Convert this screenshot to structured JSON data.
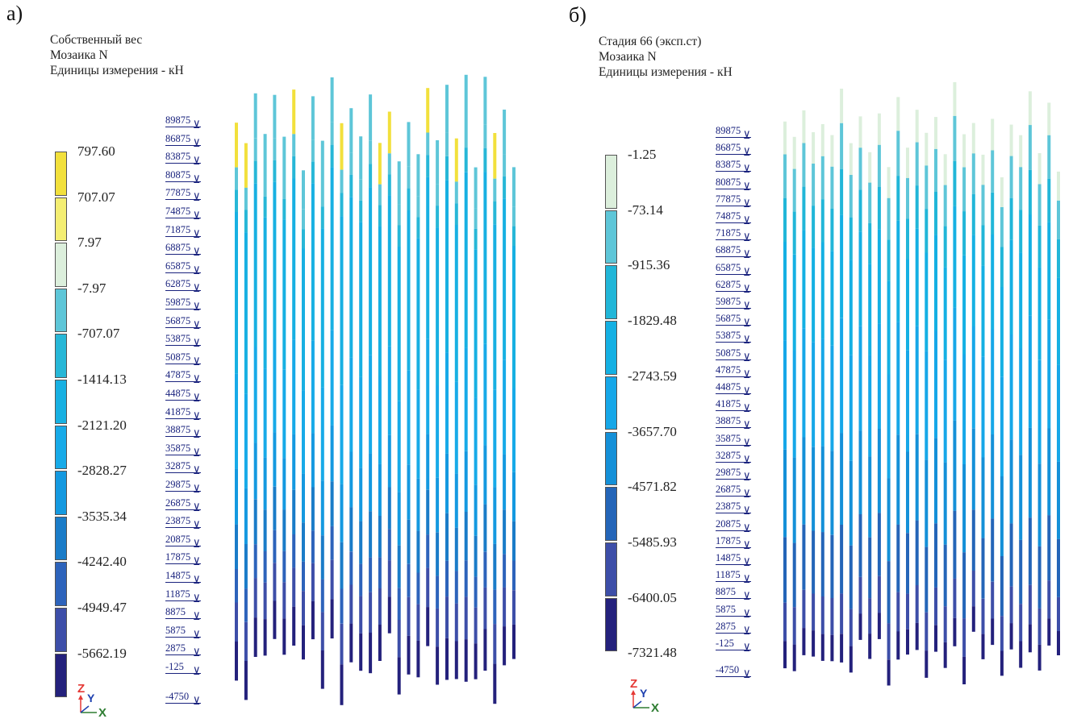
{
  "panels": [
    {
      "letter": "а)",
      "caption": [
        "Собственный вес",
        "Мозаика N",
        "Единицы измерения - кН"
      ],
      "legend_values": [
        "797.60",
        "707.07",
        "7.97",
        "-7.97",
        "-707.07",
        "-1414.13",
        "-2121.20",
        "-2828.27",
        "-3535.34",
        "-4242.40",
        "-4949.47",
        "-5662.19"
      ],
      "legend_colors": [
        "#f2e03c",
        "#f4ee72",
        "#dcefdc",
        "#5ec6d8",
        "#27b7d7",
        "#17b0e2",
        "#17aae8",
        "#1499e0",
        "#1a7cc8",
        "#2d63bb",
        "#3d4ea8",
        "#24217c"
      ],
      "levels": [
        "89875",
        "86875",
        "83875",
        "80875",
        "77875",
        "74875",
        "71875",
        "68875",
        "65875",
        "62875",
        "59875",
        "56875",
        "53875",
        "50875",
        "47875",
        "44875",
        "41875",
        "38875",
        "35875",
        "32875",
        "29875",
        "26875",
        "23875",
        "20875",
        "17875",
        "14875",
        "11875",
        "8875",
        "5875",
        "2875",
        "-125",
        "-4750"
      ],
      "axes": {
        "z": "Z",
        "y": "Y",
        "x": "X"
      }
    },
    {
      "letter": "б)",
      "caption": [
        "Стадия 66 (эксп.ст)",
        "Мозаика N",
        "Единицы измерения - кН"
      ],
      "legend_values": [
        "-1.25",
        "-73.14",
        "-915.36",
        "-1829.48",
        "-2743.59",
        "-3657.70",
        "-4571.82",
        "-5485.93",
        "-6400.05",
        "-7321.48"
      ],
      "legend_colors": [
        "#dcefdc",
        "#5ec6d8",
        "#21b6d8",
        "#14b0e3",
        "#16a7e8",
        "#1490d8",
        "#2465b8",
        "#3d4ea8",
        "#24217c"
      ],
      "levels": [
        "89875",
        "86875",
        "83875",
        "80875",
        "77875",
        "74875",
        "71875",
        "68875",
        "65875",
        "62875",
        "59875",
        "56875",
        "53875",
        "50875",
        "47875",
        "44875",
        "41875",
        "38875",
        "35875",
        "32875",
        "29875",
        "26875",
        "23875",
        "20875",
        "17875",
        "14875",
        "11875",
        "8875",
        "5875",
        "2875",
        "-125",
        "-4750"
      ],
      "axes": {
        "z": "Z",
        "y": "Y",
        "x": "X"
      }
    }
  ]
}
